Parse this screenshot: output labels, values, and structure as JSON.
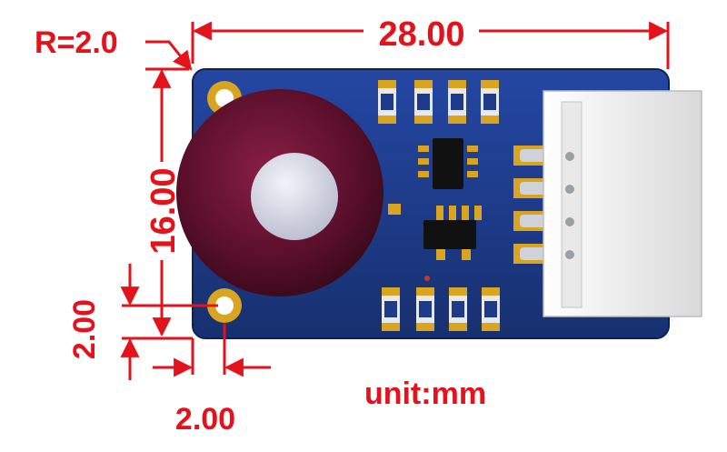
{
  "dimensions": {
    "radius_label": "R=2.0",
    "width_label": "28.00",
    "height_label": "16.00",
    "hole_offset_vertical_label": "2.00",
    "hole_offset_horizontal_label": "2.00",
    "unit_label": "unit:mm"
  },
  "colors": {
    "dimension": "#e3121b",
    "board": "#1e3a8a",
    "pad_gold": "#d9a520",
    "lens_ring": "#5a0f2a",
    "lens_center": "#d6d8e6",
    "connector": "#f2f2f2"
  }
}
